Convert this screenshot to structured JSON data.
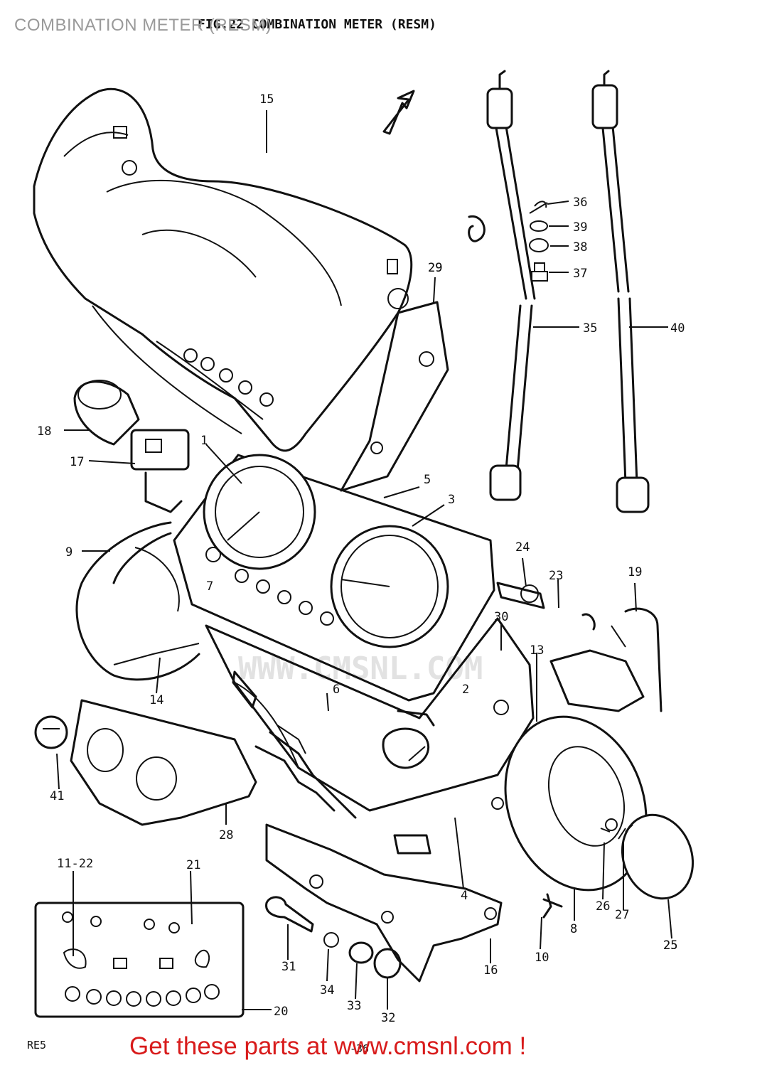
{
  "page": {
    "overlay_title": "COMBINATION METER (RESM)",
    "fig_title": "FIG.22  COMBINATION METER (RESM)",
    "footer_cta": "Get these parts at www.cmsnl.com !",
    "watermark": "WWW.CMSNL.COM",
    "corner_mark": "RE5",
    "bottom_mark": "-36"
  },
  "callouts": [
    "1",
    "3",
    "4",
    "5",
    "7",
    "8",
    "9",
    "10",
    "13",
    "14",
    "15",
    "16",
    "17",
    "18",
    "19",
    "20",
    "21",
    "23",
    "24",
    "25",
    "26",
    "27",
    "28",
    "29",
    "30",
    "31",
    "32",
    "33",
    "34",
    "35",
    "36",
    "37",
    "38",
    "39",
    "40",
    "41",
    "11-22",
    "6",
    "2"
  ]
}
